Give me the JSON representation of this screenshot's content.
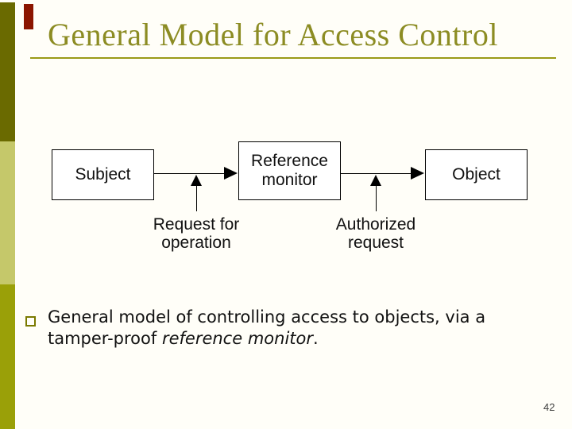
{
  "slide": {
    "title": "General Model for Access Control",
    "page_number": "42"
  },
  "diagram": {
    "boxes": [
      {
        "label": "Subject"
      },
      {
        "label": "Reference monitor"
      },
      {
        "label": "Object"
      }
    ],
    "arrow_labels": [
      {
        "text": "Request for operation"
      },
      {
        "text": "Authorized request"
      }
    ],
    "arrows": [
      {
        "from": "Subject",
        "to": "Reference monitor",
        "direction": "right"
      },
      {
        "from": "Reference monitor",
        "to": "Object",
        "direction": "right"
      },
      {
        "from": "Request for operation",
        "to": "Subject-to-Reference-monitor arrow",
        "direction": "up"
      },
      {
        "from": "Authorized request",
        "to": "Reference-monitor-to-Object arrow",
        "direction": "up"
      }
    ]
  },
  "bullet": {
    "line1": "General model of controlling access to objects, via a",
    "line2_pre": "tamper-proof ",
    "line2_italic": "reference monitor",
    "line2_post": "."
  },
  "colors": {
    "accent_bar_dark_olive": "#6a6a00",
    "accent_bar_light_olive": "#c5c86a",
    "accent_bar_mid_olive": "#9aa008",
    "accent_red_rect": "#8b1500",
    "title_olive": "#8c8c23",
    "title_rule_olive": "#9a9a16",
    "bullet_square_olive": "#7a7a00",
    "diagram_line_black": "#000000",
    "body_text": "#111111",
    "background": "#fffef8"
  }
}
